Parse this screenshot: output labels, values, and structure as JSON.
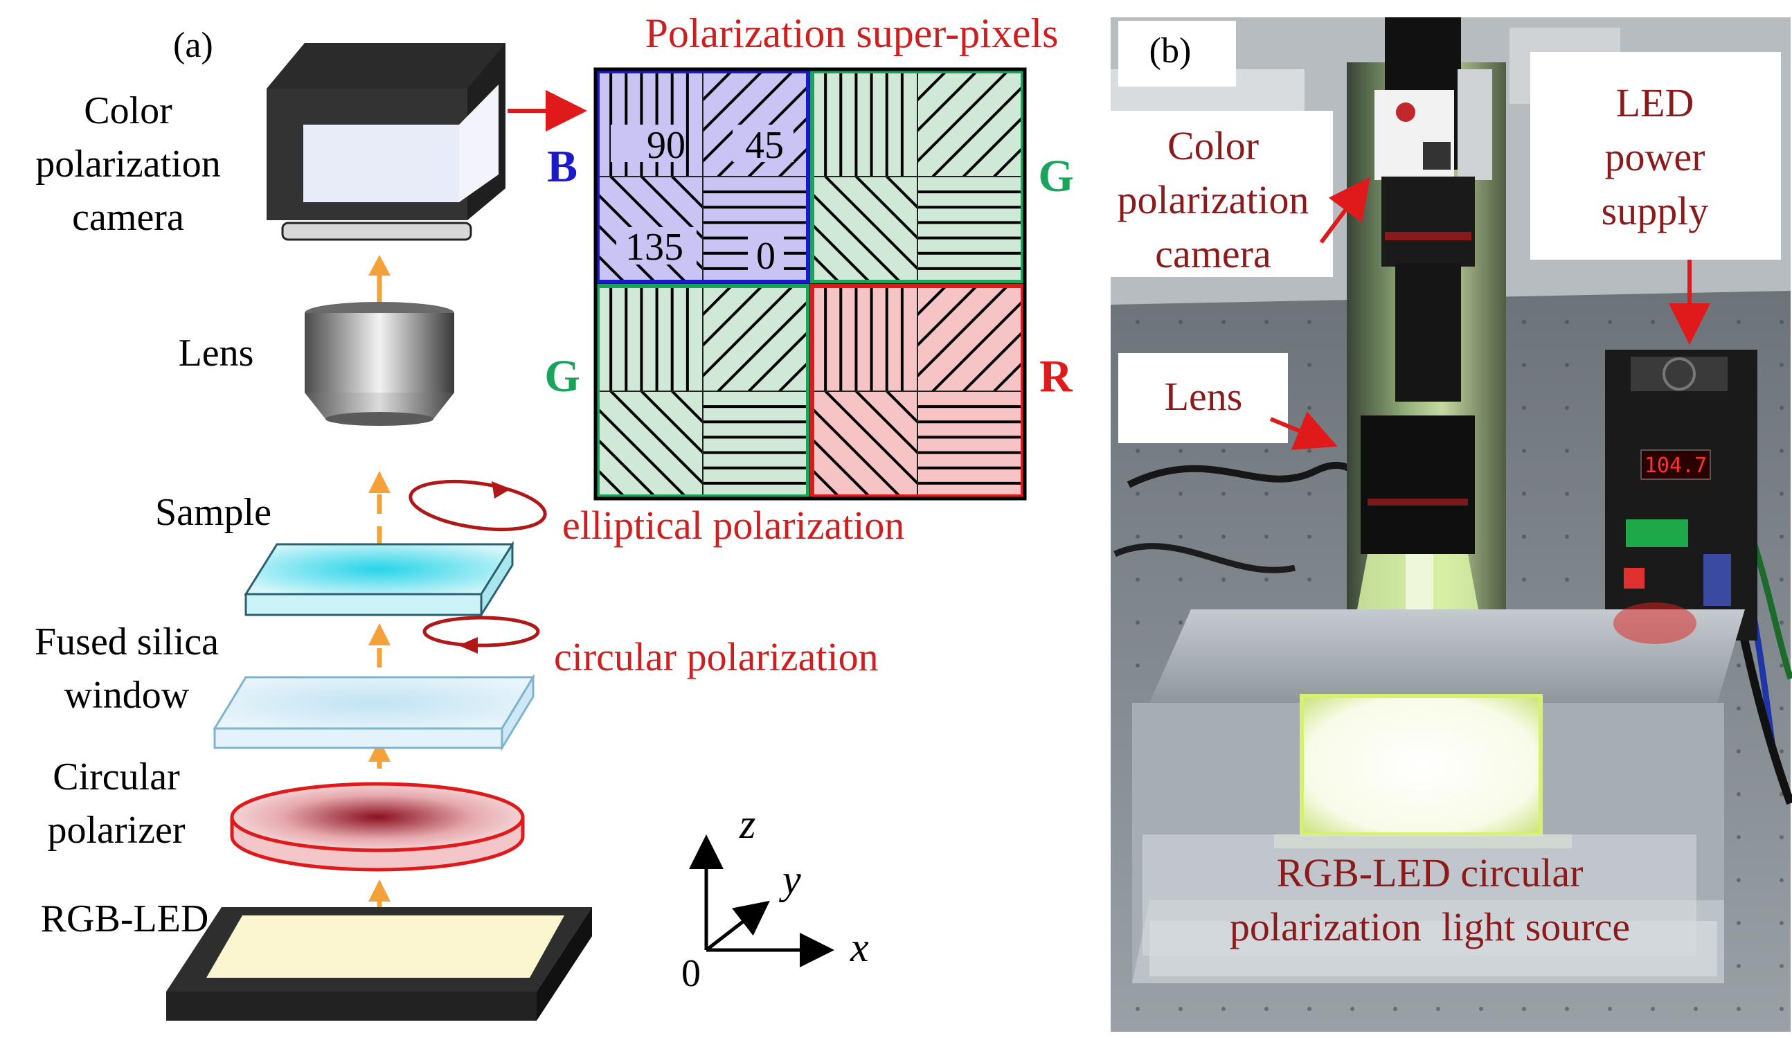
{
  "panel_a": {
    "label": "(a)",
    "camera_label_lines": [
      "Color",
      "polarization",
      "camera"
    ],
    "lens_label": "Lens",
    "sample_label": "Sample",
    "window_label_lines": [
      "Fused silica",
      "window"
    ],
    "polarizer_label_lines": [
      "Circular",
      "polarizer"
    ],
    "led_label": "RGB-LED",
    "elliptical_label": "elliptical polarization",
    "circular_label": "circular polarization",
    "superpixel_title": "Polarization super-pixels",
    "channel_b": "B",
    "channel_g_right": "G",
    "channel_g_left": "G",
    "channel_r": "R",
    "angle_90": "90",
    "angle_45": "45",
    "angle_135": "135",
    "angle_0": "0",
    "axis_z": "z",
    "axis_y": "y",
    "axis_x": "x",
    "axis_origin": "0"
  },
  "panel_b": {
    "label": "(b)",
    "camera_label_lines": [
      "Color",
      "polarization",
      "camera"
    ],
    "lens_label": "Lens",
    "power_label_lines": [
      "LED",
      "power",
      "supply"
    ],
    "display_reading": "104.7",
    "source_label_lines": [
      "RGB-LED circular",
      "polarization  light source"
    ]
  },
  "colors": {
    "red_text": "#cc1f1f",
    "blue_cell": "#c9c4f4",
    "green_cell": "#cfe9d6",
    "red_cell": "#f6c4c4",
    "channel_blue": "#1a1acc",
    "channel_green": "#1aa35a",
    "channel_red": "#e01a1a",
    "arrow_orange": "#f5a13a"
  }
}
